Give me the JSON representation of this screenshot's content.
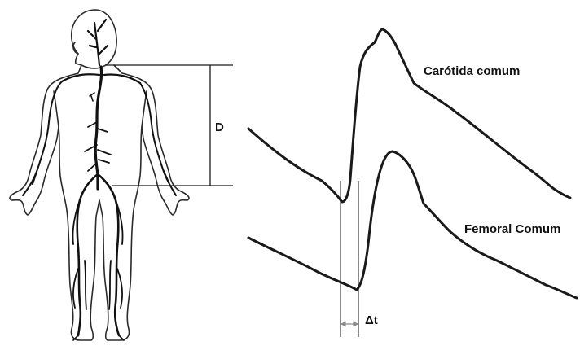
{
  "labels": {
    "distance": "D",
    "carotid": "Carótida comum",
    "femoral": "Femoral Comum",
    "delta_t": "Δt"
  },
  "colors": {
    "ink": "#1a1a1a",
    "guide_lines": "#8a8a8a",
    "background": "#ffffff"
  }
}
